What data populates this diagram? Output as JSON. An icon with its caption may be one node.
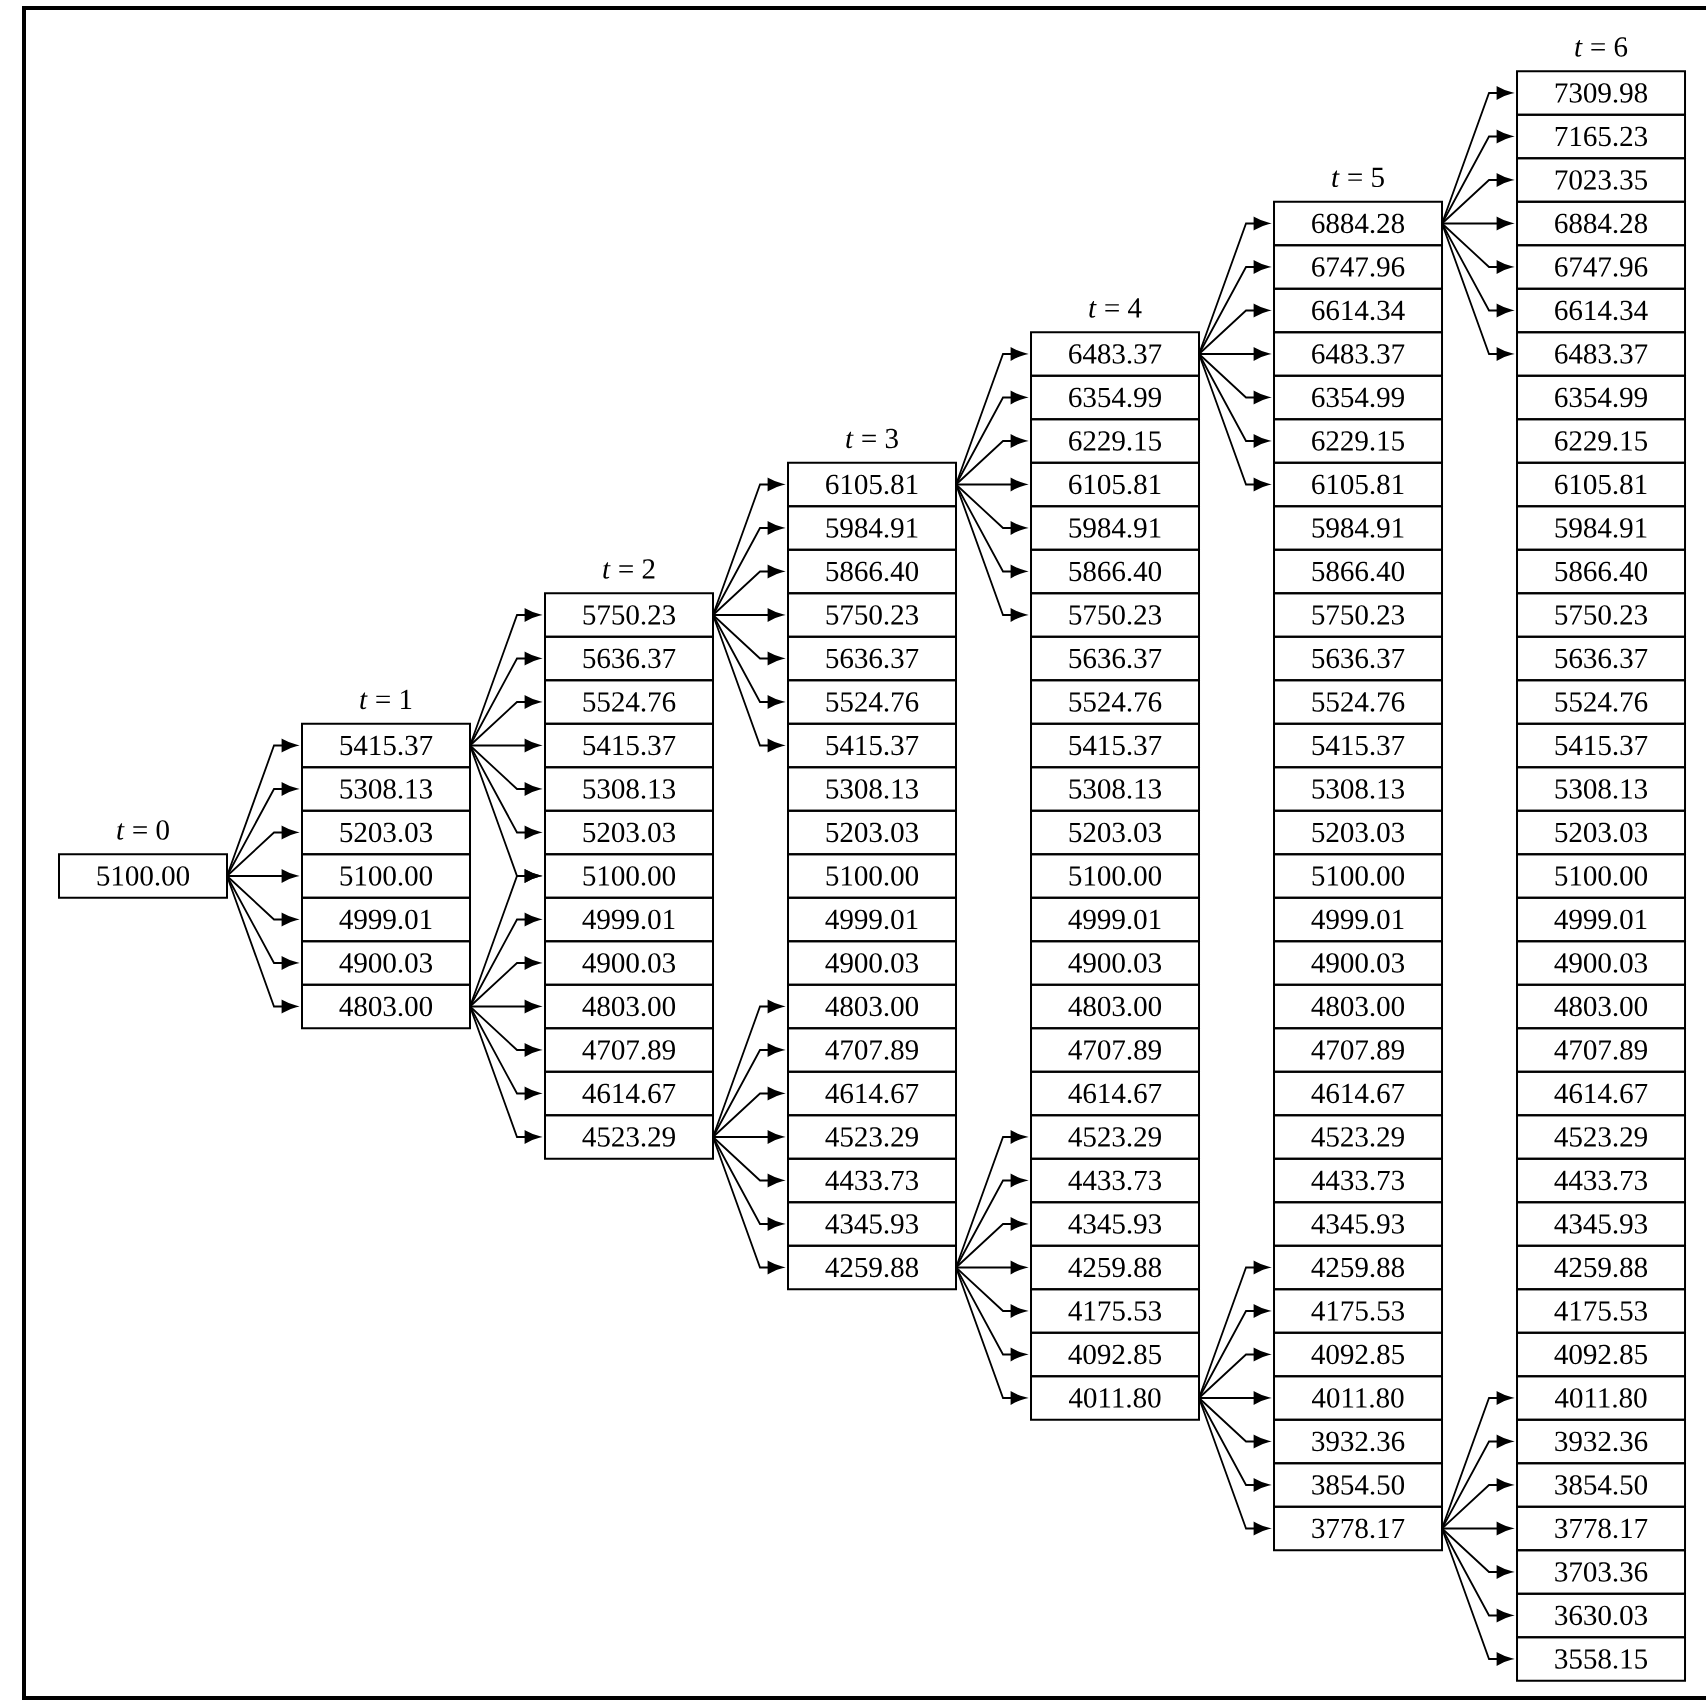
{
  "diagram": {
    "nodes": [
      {
        "text": [
          "5100.00"
        ]
      },
      {
        "text": [
          "5415.37"
        ]
      },
      {
        "text": [
          "5308.13"
        ]
      },
      {
        "text": [
          "5203.03"
        ]
      },
      {
        "text": [
          "5100.00"
        ]
      },
      {
        "text": [
          "4999.01"
        ]
      },
      {
        "text": [
          "4900.03"
        ]
      },
      {
        "text": [
          "4803.00"
        ]
      },
      {
        "text": [
          "5750.23"
        ]
      },
      {
        "text": [
          "5636.37"
        ]
      },
      {
        "text": [
          "5524.76"
        ]
      },
      {
        "text": [
          "5415.37"
        ]
      },
      {
        "text": [
          "5308.13"
        ]
      },
      {
        "text": [
          "5203.03"
        ]
      },
      {
        "text": [
          "5100.00"
        ]
      },
      {
        "text": [
          "4999.01"
        ]
      },
      {
        "text": [
          "4900.03"
        ]
      },
      {
        "text": [
          "4803.00"
        ]
      },
      {
        "text": [
          "4707.89"
        ]
      },
      {
        "text": [
          "4614.67"
        ]
      },
      {
        "text": [
          "4523.29"
        ]
      },
      {
        "text": [
          "6105.81"
        ]
      },
      {
        "text": [
          "5984.91"
        ]
      },
      {
        "text": [
          "5866.40"
        ]
      },
      {
        "text": [
          "5750.23"
        ]
      },
      {
        "text": [
          "5636.37"
        ]
      },
      {
        "text": [
          "5524.76"
        ]
      },
      {
        "text": [
          "5415.37"
        ]
      },
      {
        "text": [
          "5308.13"
        ]
      },
      {
        "text": [
          "5203.03"
        ]
      },
      {
        "text": [
          "5100.00"
        ]
      },
      {
        "text": [
          "4999.01"
        ]
      },
      {
        "text": [
          "4900.03"
        ]
      },
      {
        "text": [
          "4803.00"
        ]
      },
      {
        "text": [
          "4707.89"
        ]
      },
      {
        "text": [
          "4614.67"
        ]
      },
      {
        "text": [
          "4523.29"
        ]
      },
      {
        "text": [
          "4433.73"
        ]
      },
      {
        "text": [
          "4345.93"
        ]
      },
      {
        "text": [
          "4259.88"
        ]
      },
      {
        "text": [
          "6483.37"
        ]
      },
      {
        "text": [
          "6354.99"
        ]
      },
      {
        "text": [
          "6229.15"
        ]
      },
      {
        "text": [
          "6105.81"
        ]
      },
      {
        "text": [
          "5984.91"
        ]
      },
      {
        "text": [
          "5866.40"
        ]
      },
      {
        "text": [
          "5750.23"
        ]
      },
      {
        "text": [
          "5636.37"
        ]
      },
      {
        "text": [
          "5524.76"
        ]
      },
      {
        "text": [
          "5415.37"
        ]
      },
      {
        "text": [
          "5308.13"
        ]
      },
      {
        "text": [
          "5203.03"
        ]
      },
      {
        "text": [
          "5100.00"
        ]
      },
      {
        "text": [
          "4999.01"
        ]
      },
      {
        "text": [
          "4900.03"
        ]
      },
      {
        "text": [
          "4803.00"
        ]
      },
      {
        "text": [
          "4707.89"
        ]
      },
      {
        "text": [
          "4614.67"
        ]
      },
      {
        "text": [
          "4523.29"
        ]
      },
      {
        "text": [
          "4433.73"
        ]
      },
      {
        "text": [
          "4345.93"
        ]
      },
      {
        "text": [
          "4259.88"
        ]
      },
      {
        "text": [
          "4175.53"
        ]
      },
      {
        "text": [
          "4092.85"
        ]
      },
      {
        "text": [
          "4011.80"
        ]
      },
      {
        "text": [
          "6884.28"
        ]
      },
      {
        "text": [
          "6747.96"
        ]
      },
      {
        "text": [
          "6614.34"
        ]
      },
      {
        "text": [
          "6483.37"
        ]
      },
      {
        "text": [
          "6354.99"
        ]
      },
      {
        "text": [
          "6229.15"
        ]
      },
      {
        "text": [
          "6105.81"
        ]
      },
      {
        "text": [
          "5984.91"
        ]
      },
      {
        "text": [
          "5866.40"
        ]
      },
      {
        "text": [
          "5750.23"
        ]
      },
      {
        "text": [
          "5636.37"
        ]
      },
      {
        "text": [
          "5524.76"
        ]
      },
      {
        "text": [
          "5415.37"
        ]
      },
      {
        "text": [
          "5308.13"
        ]
      },
      {
        "text": [
          "5203.03"
        ]
      },
      {
        "text": [
          "5100.00"
        ]
      },
      {
        "text": [
          "4999.01"
        ]
      },
      {
        "text": [
          "4900.03"
        ]
      },
      {
        "text": [
          "4803.00"
        ]
      },
      {
        "text": [
          "4707.89"
        ]
      },
      {
        "text": [
          "4614.67"
        ]
      },
      {
        "text": [
          "4523.29"
        ]
      },
      {
        "text": [
          "4433.73"
        ]
      },
      {
        "text": [
          "4345.93"
        ]
      },
      {
        "text": [
          "4259.88"
        ]
      },
      {
        "text": [
          "4175.53"
        ]
      },
      {
        "text": [
          "4092.85"
        ]
      },
      {
        "text": [
          "4011.80"
        ]
      },
      {
        "text": [
          "3932.36"
        ]
      },
      {
        "text": [
          "3854.50"
        ]
      },
      {
        "text": [
          "3778.17"
        ]
      },
      {
        "text": [
          "7309.98"
        ]
      },
      {
        "text": [
          "7165.23"
        ]
      },
      {
        "text": [
          "7023.35"
        ]
      },
      {
        "text": [
          "6884.28"
        ]
      },
      {
        "text": [
          "6747.96"
        ]
      },
      {
        "text": [
          "6614.34"
        ]
      },
      {
        "text": [
          "6483.37"
        ]
      },
      {
        "text": [
          "6354.99"
        ]
      },
      {
        "text": [
          "6229.15"
        ]
      },
      {
        "text": [
          "6105.81"
        ]
      },
      {
        "text": [
          "5984.91"
        ]
      },
      {
        "text": [
          "5866.40"
        ]
      },
      {
        "text": [
          "5750.23"
        ]
      },
      {
        "text": [
          "5636.37"
        ]
      },
      {
        "text": [
          "5524.76"
        ]
      },
      {
        "text": [
          "5415.37"
        ]
      },
      {
        "text": [
          "5308.13"
        ]
      },
      {
        "text": [
          "5203.03"
        ]
      },
      {
        "text": [
          "5100.00"
        ]
      },
      {
        "text": [
          "4999.01"
        ]
      },
      {
        "text": [
          "4900.03"
        ]
      },
      {
        "text": [
          "4803.00"
        ]
      },
      {
        "text": [
          "4707.89"
        ]
      },
      {
        "text": [
          "4614.67"
        ]
      },
      {
        "text": [
          "4523.29"
        ]
      },
      {
        "text": [
          "4433.73"
        ]
      },
      {
        "text": [
          "4345.93"
        ]
      },
      {
        "text": [
          "4259.88"
        ]
      },
      {
        "text": [
          "4175.53"
        ]
      },
      {
        "text": [
          "4092.85"
        ]
      },
      {
        "text": [
          "4011.80"
        ]
      },
      {
        "text": [
          "3932.36"
        ]
      },
      {
        "text": [
          "3854.50"
        ]
      },
      {
        "text": [
          "3778.17"
        ]
      },
      {
        "text": [
          "3703.36"
        ]
      },
      {
        "text": [
          "3630.03"
        ]
      },
      {
        "text": [
          "3558.15"
        ]
      }
    ],
    "edges": [
      {
        "from": 0,
        "to": 1,
        "arrow": "to"
      },
      {
        "from": 0,
        "to": 2,
        "arrow": "to"
      },
      {
        "from": 0,
        "to": 3,
        "arrow": "to"
      },
      {
        "from": 0,
        "to": 4,
        "arrow": "to"
      },
      {
        "from": 0,
        "to": 5,
        "arrow": "to"
      },
      {
        "from": 0,
        "to": 6,
        "arrow": "to"
      },
      {
        "from": 0,
        "to": 7,
        "arrow": "to"
      },
      {
        "from": 1,
        "to": 8,
        "arrow": "to"
      },
      {
        "from": 1,
        "to": 9,
        "arrow": "to"
      },
      {
        "from": 1,
        "to": 10,
        "arrow": "to"
      },
      {
        "from": 1,
        "to": 11,
        "arrow": "to"
      },
      {
        "from": 1,
        "to": 12,
        "arrow": "to"
      },
      {
        "from": 1,
        "to": 13,
        "arrow": "to"
      },
      {
        "from": 1,
        "to": 14,
        "arrow": "to"
      },
      {
        "from": 7,
        "to": 14,
        "arrow": "to"
      },
      {
        "from": 7,
        "to": 15,
        "arrow": "to"
      },
      {
        "from": 7,
        "to": 16,
        "arrow": "to"
      },
      {
        "from": 7,
        "to": 17,
        "arrow": "to"
      },
      {
        "from": 7,
        "to": 18,
        "arrow": "to"
      },
      {
        "from": 7,
        "to": 19,
        "arrow": "to"
      },
      {
        "from": 7,
        "to": 20,
        "arrow": "to"
      },
      {
        "from": 8,
        "to": 21,
        "arrow": "to"
      },
      {
        "from": 8,
        "to": 22,
        "arrow": "to"
      },
      {
        "from": 8,
        "to": 23,
        "arrow": "to"
      },
      {
        "from": 8,
        "to": 24,
        "arrow": "to"
      },
      {
        "from": 8,
        "to": 25,
        "arrow": "to"
      },
      {
        "from": 8,
        "to": 26,
        "arrow": "to"
      },
      {
        "from": 8,
        "to": 27,
        "arrow": "to"
      },
      {
        "from": 20,
        "to": 33,
        "arrow": "to"
      },
      {
        "from": 20,
        "to": 34,
        "arrow": "to"
      },
      {
        "from": 20,
        "to": 35,
        "arrow": "to"
      },
      {
        "from": 20,
        "to": 36,
        "arrow": "to"
      },
      {
        "from": 20,
        "to": 37,
        "arrow": "to"
      },
      {
        "from": 20,
        "to": 38,
        "arrow": "to"
      },
      {
        "from": 20,
        "to": 39,
        "arrow": "to"
      },
      {
        "from": 21,
        "to": 40,
        "arrow": "to"
      },
      {
        "from": 21,
        "to": 41,
        "arrow": "to"
      },
      {
        "from": 21,
        "to": 42,
        "arrow": "to"
      },
      {
        "from": 21,
        "to": 43,
        "arrow": "to"
      },
      {
        "from": 21,
        "to": 44,
        "arrow": "to"
      },
      {
        "from": 21,
        "to": 45,
        "arrow": "to"
      },
      {
        "from": 21,
        "to": 46,
        "arrow": "to"
      },
      {
        "from": 39,
        "to": 58,
        "arrow": "to"
      },
      {
        "from": 39,
        "to": 59,
        "arrow": "to"
      },
      {
        "from": 39,
        "to": 60,
        "arrow": "to"
      },
      {
        "from": 39,
        "to": 61,
        "arrow": "to"
      },
      {
        "from": 39,
        "to": 62,
        "arrow": "to"
      },
      {
        "from": 39,
        "to": 63,
        "arrow": "to"
      },
      {
        "from": 39,
        "to": 64,
        "arrow": "to"
      },
      {
        "from": 40,
        "to": 65,
        "arrow": "to"
      },
      {
        "from": 40,
        "to": 66,
        "arrow": "to"
      },
      {
        "from": 40,
        "to": 67,
        "arrow": "to"
      },
      {
        "from": 40,
        "to": 68,
        "arrow": "to"
      },
      {
        "from": 40,
        "to": 69,
        "arrow": "to"
      },
      {
        "from": 40,
        "to": 70,
        "arrow": "to"
      },
      {
        "from": 40,
        "to": 71,
        "arrow": "to"
      },
      {
        "from": 64,
        "to": 89,
        "arrow": "to"
      },
      {
        "from": 64,
        "to": 90,
        "arrow": "to"
      },
      {
        "from": 64,
        "to": 91,
        "arrow": "to"
      },
      {
        "from": 64,
        "to": 92,
        "arrow": "to"
      },
      {
        "from": 64,
        "to": 93,
        "arrow": "to"
      },
      {
        "from": 64,
        "to": 94,
        "arrow": "to"
      },
      {
        "from": 64,
        "to": 95,
        "arrow": "to"
      },
      {
        "from": 65,
        "to": 96,
        "arrow": "to"
      },
      {
        "from": 65,
        "to": 97,
        "arrow": "to"
      },
      {
        "from": 65,
        "to": 98,
        "arrow": "to"
      },
      {
        "from": 65,
        "to": 99,
        "arrow": "to"
      },
      {
        "from": 65,
        "to": 100,
        "arrow": "to"
      },
      {
        "from": 65,
        "to": 101,
        "arrow": "to"
      },
      {
        "from": 65,
        "to": 102,
        "arrow": "to"
      },
      {
        "from": 95,
        "to": 126,
        "arrow": "to"
      },
      {
        "from": 95,
        "to": 127,
        "arrow": "to"
      },
      {
        "from": 95,
        "to": 128,
        "arrow": "to"
      },
      {
        "from": 95,
        "to": 129,
        "arrow": "to"
      },
      {
        "from": 95,
        "to": 130,
        "arrow": "to"
      },
      {
        "from": 95,
        "to": 131,
        "arrow": "to"
      },
      {
        "from": 95,
        "to": 132,
        "arrow": "to"
      }
    ],
    "labels": [
      "*t* = 0",
      "*t* = 1",
      "*t* = 2",
      "*t* = 3",
      "*t* = 4",
      "*t* = 5",
      "*t* = 6"
    ]
  }
}
